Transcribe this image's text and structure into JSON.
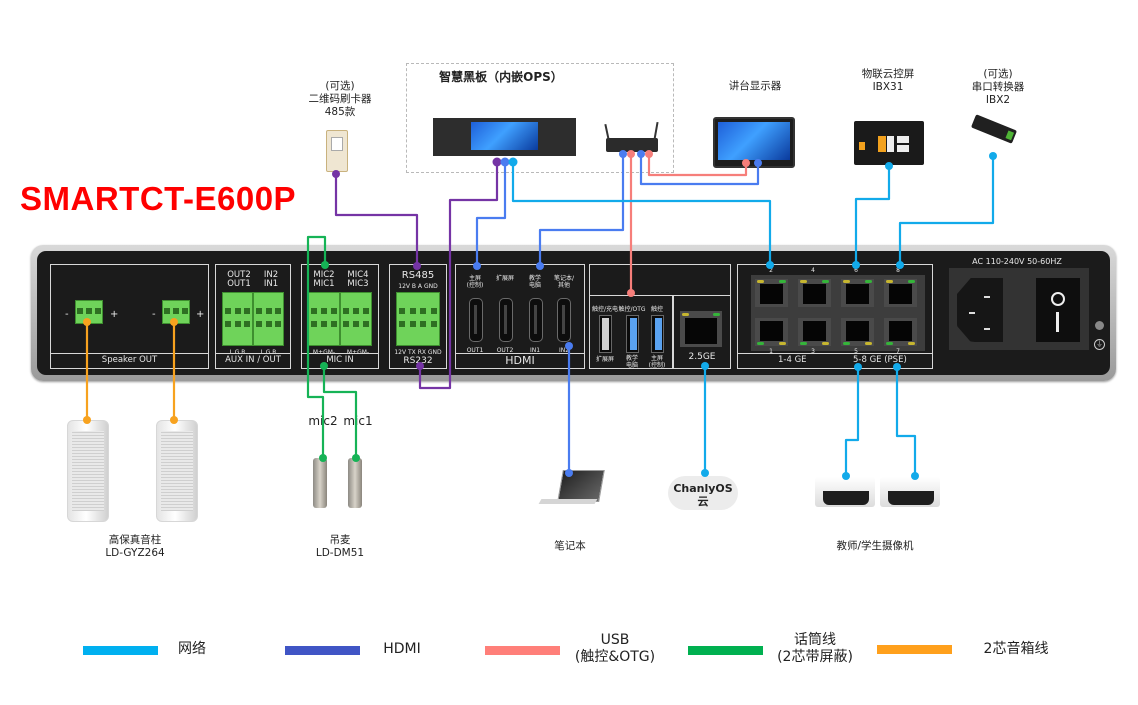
{
  "product": {
    "model": "SMARTCT-E600P"
  },
  "devices": {
    "qr_reader": {
      "label": "(可选)\n二维码刷卡器\n485款"
    },
    "smart_board": {
      "title": "智慧黑板（内嵌OPS）"
    },
    "podium_display": {
      "label": "讲台显示器"
    },
    "iot_panel": {
      "label": "物联云控屏\nIBX31"
    },
    "serial_converter": {
      "label": "(可选)\n串口转换器\nIBX2"
    },
    "speakers": {
      "label": "高保真音柱\nLD-GYZ264"
    },
    "microphones": {
      "label": "吊麦\nLD-DM51",
      "mic1": "mic1",
      "mic2": "mic2"
    },
    "laptop": {
      "label": "笔记本"
    },
    "cloud": {
      "label": "ChanlyOS\n云"
    },
    "cameras": {
      "label": "教师/学生摄像机"
    }
  },
  "panel": {
    "speaker_out": {
      "footer": "Speaker OUT",
      "minus": "-",
      "plus": "+"
    },
    "aux": {
      "top_left": "OUT2\nOUT1",
      "top_right": "IN2\nIN1",
      "pins_left": "L G R",
      "pins_right": "L G R",
      "footer": "AUX  IN / OUT"
    },
    "mic": {
      "top_left": "MIC2\nMIC1",
      "top_right": "MIC4\nMIC3",
      "pins_left": "M+GM-",
      "pins_right": "M+GM-",
      "footer": "MIC IN"
    },
    "serial": {
      "rs485": "RS485",
      "rs485_pins": "12V B A  GND",
      "rs232_pins": "12V TX RX  GND",
      "rs232": "RS232"
    },
    "hdmi": {
      "footer": "HDMI",
      "ports": [
        {
          "top": "主屏\n(控制)",
          "bottom": "OUT1"
        },
        {
          "top": "扩展屏",
          "bottom": "OUT2"
        },
        {
          "top": "教学\n电脑",
          "bottom": "IN1"
        },
        {
          "top": "笔记本/\n其他",
          "bottom": "IN2"
        }
      ]
    },
    "usb": {
      "ports": [
        {
          "top": "触控/充电",
          "bottom": "扩展屏"
        },
        {
          "top": "触控/OTG",
          "bottom": "教学\n电脑"
        },
        {
          "top": "触控",
          "bottom": "主屏\n(控制)"
        }
      ]
    },
    "lan25": {
      "label": "2.5GE"
    },
    "switch": {
      "top_numbers": [
        "2",
        "4",
        "6",
        "8"
      ],
      "bottom_numbers": [
        "1",
        "3",
        "5",
        "7"
      ],
      "footer_left": "1-4 GE",
      "footer_right": "5-8 GE (PSE)"
    },
    "power": {
      "label": "AC 110-240V 50-60HZ"
    }
  },
  "legend": [
    {
      "label": "网络",
      "color": "#00b0f0"
    },
    {
      "label": "HDMI",
      "color": "#4055c5"
    },
    {
      "label": "USB\n(触控&OTG)",
      "color": "#ff7f79"
    },
    {
      "label": "话筒线\n(2芯带屏蔽)",
      "color": "#00b050"
    },
    {
      "label": "2芯音箱线",
      "color": "#ffa01c"
    }
  ],
  "colors": {
    "network": "#12aaea",
    "hdmi": "#4a7cf0",
    "usb": "#f67e7a",
    "mic": "#16b356",
    "speaker": "#f7a21f",
    "serial": "#7534a5",
    "title": "#ff0000"
  }
}
